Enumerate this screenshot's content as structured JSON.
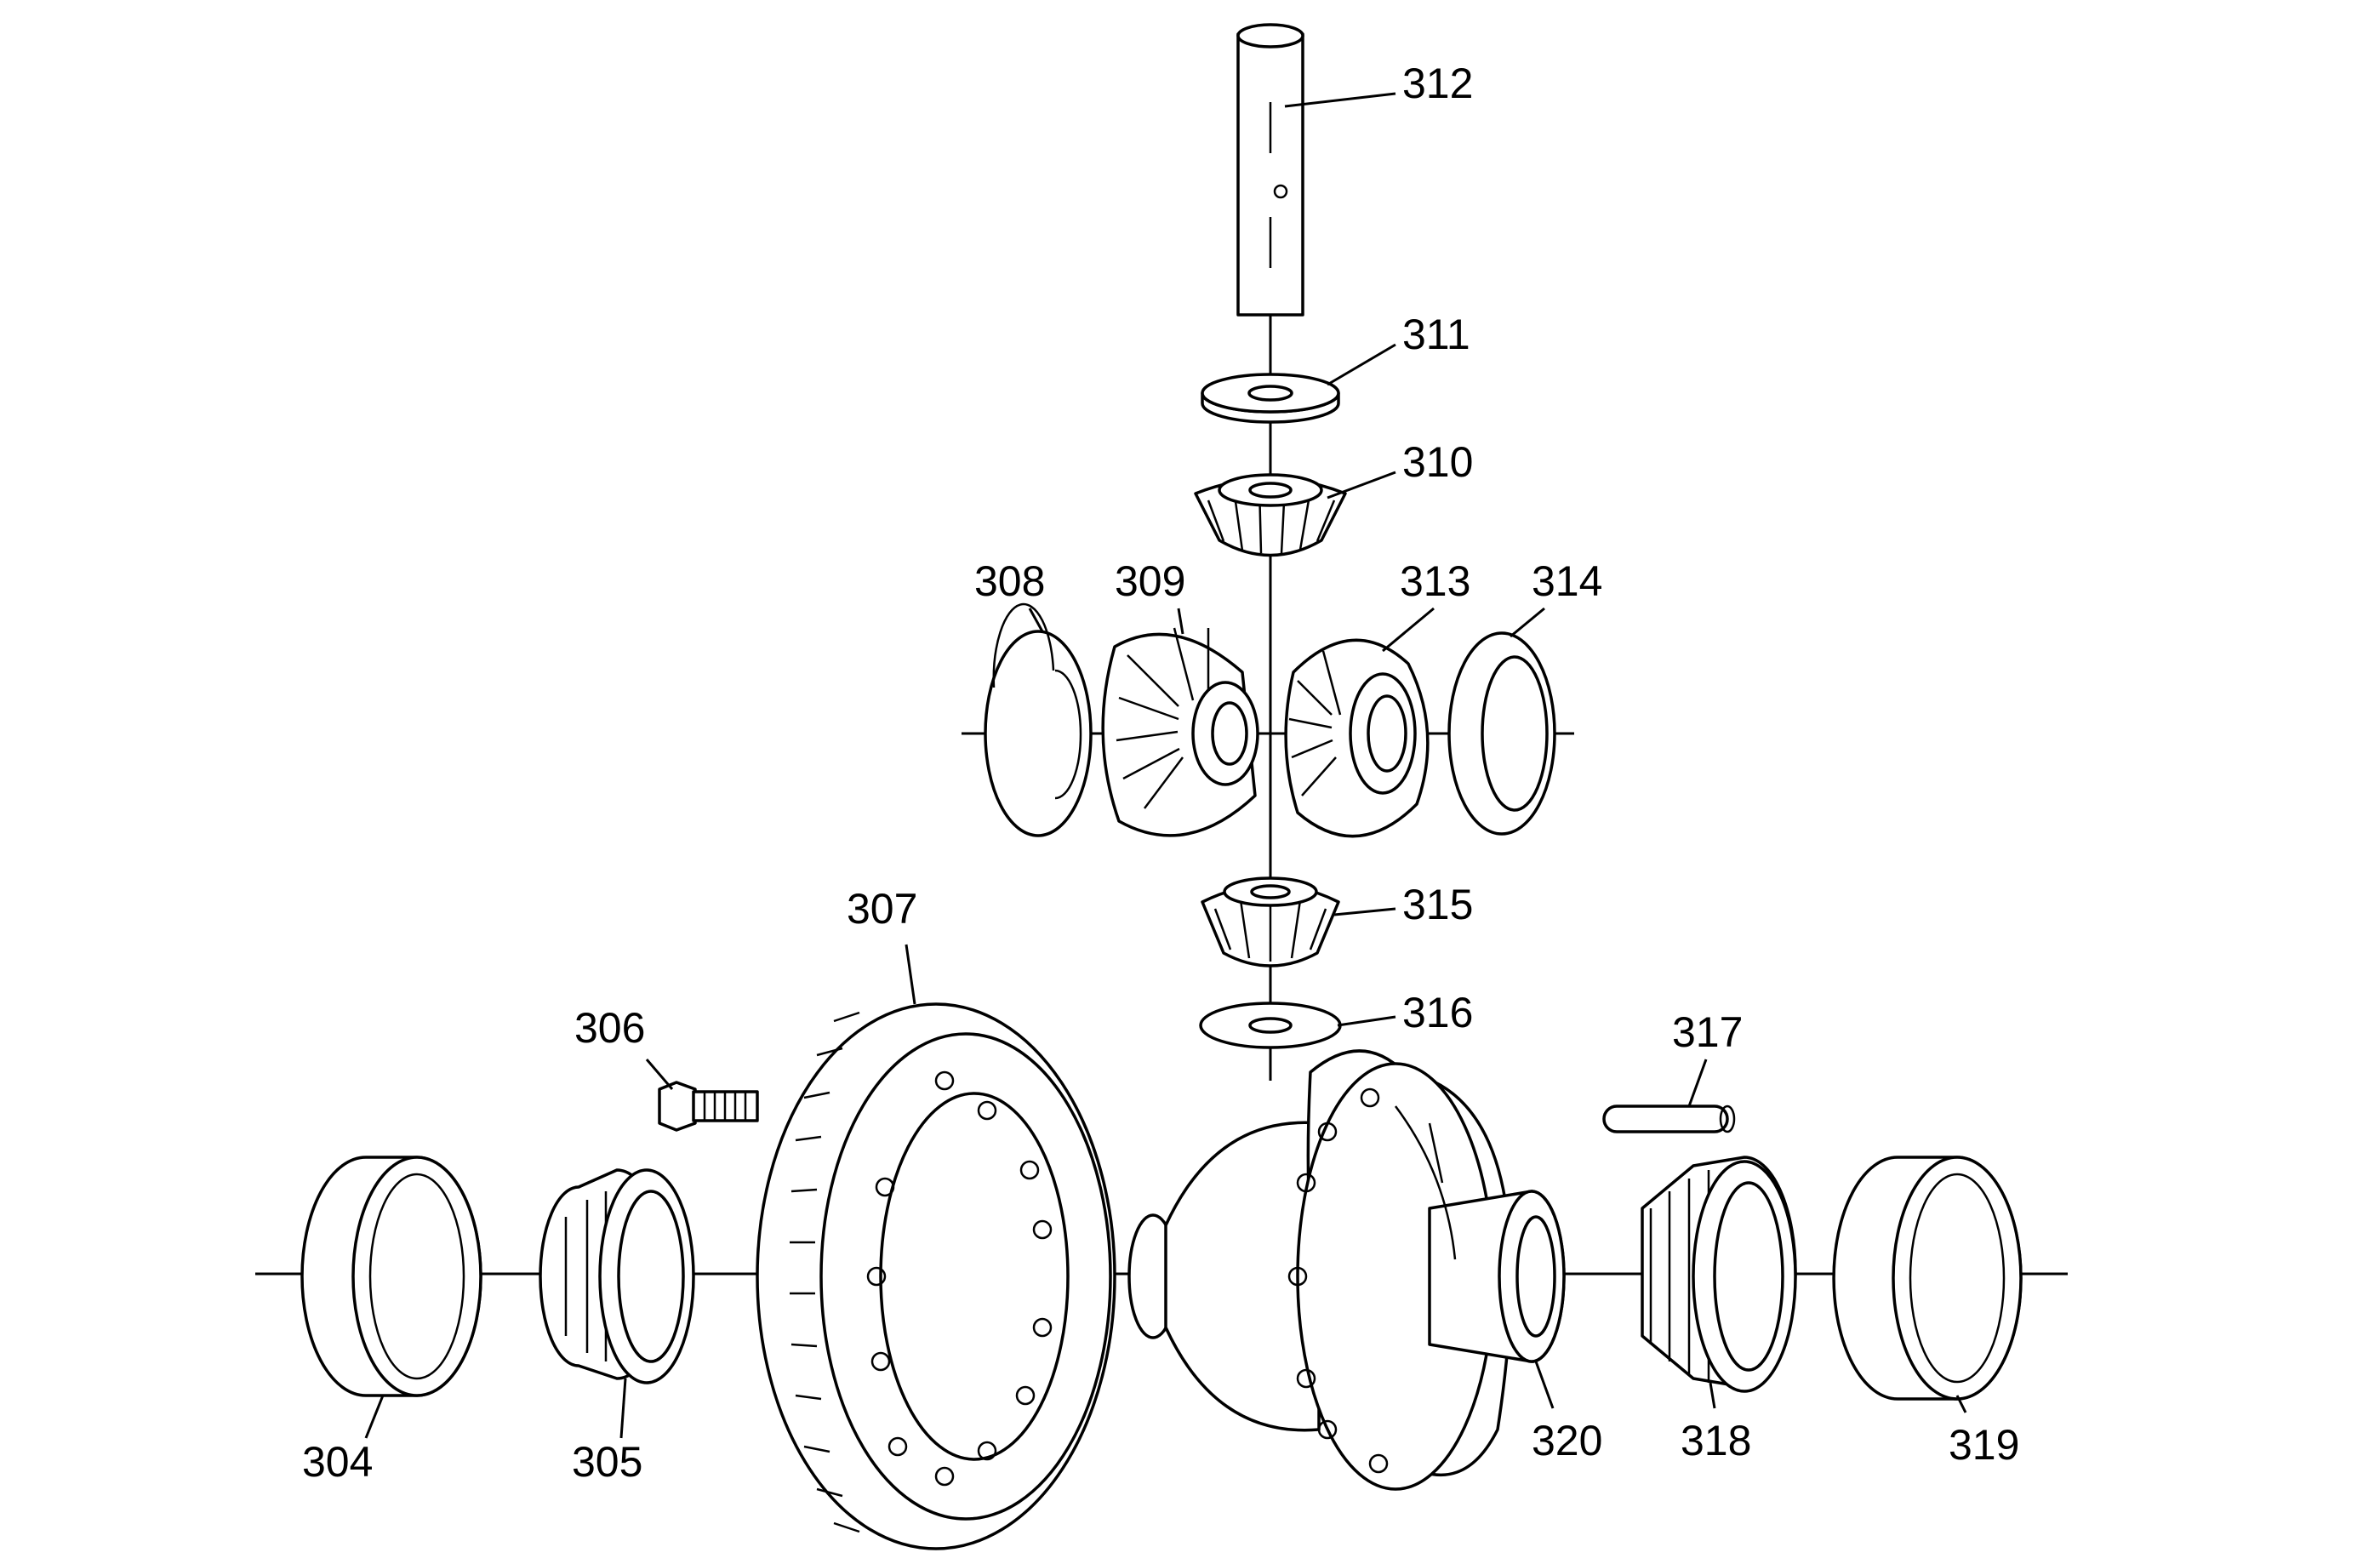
{
  "callouts": {
    "c304": "304",
    "c305": "305",
    "c306": "306",
    "c307": "307",
    "c308": "308",
    "c309": "309",
    "c310": "310",
    "c311": "311",
    "c312": "312",
    "c313": "313",
    "c314": "314",
    "c315": "315",
    "c316": "316",
    "c317": "317",
    "c318": "318",
    "c319": "319",
    "c320": "320"
  },
  "colors": {
    "line": "#000000",
    "background": "#ffffff"
  }
}
